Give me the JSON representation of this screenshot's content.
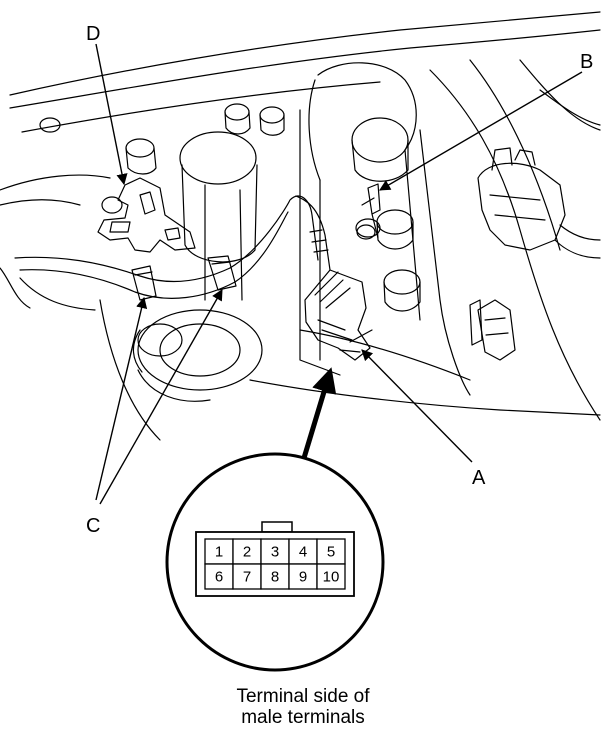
{
  "callouts": {
    "a": "A",
    "b": "B",
    "c": "C",
    "d": "D"
  },
  "connector": {
    "pins_top": [
      "1",
      "2",
      "3",
      "4",
      "5"
    ],
    "pins_bottom": [
      "6",
      "7",
      "8",
      "9",
      "10"
    ]
  },
  "caption": {
    "line1": "Terminal side of",
    "line2": "male terminals"
  },
  "colors": {
    "line": "#000000",
    "paper": "#ffffff",
    "shade": "#d9d9d9"
  }
}
